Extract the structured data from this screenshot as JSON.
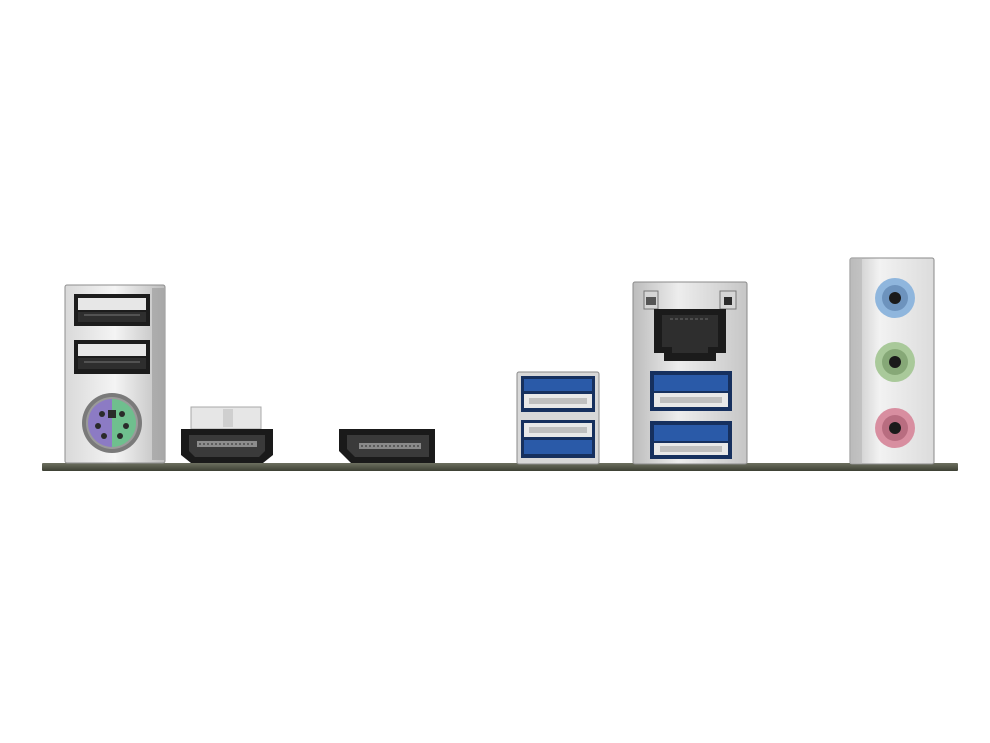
{
  "scene": {
    "background_color": "#ffffff",
    "pcb_color": "#5a5d4e",
    "ports": [
      {
        "name": "usb2-ps2-stack",
        "icons": [
          "usb-2-port-icon",
          "usb-2-port-icon",
          "ps2-combo-port-icon"
        ]
      },
      {
        "name": "hdmi-port",
        "icons": [
          "hdmi-port-icon"
        ]
      },
      {
        "name": "displayport",
        "icons": [
          "displayport-icon"
        ]
      },
      {
        "name": "usb3-stack",
        "icons": [
          "usb-3-port-icon",
          "usb-3-port-icon"
        ]
      },
      {
        "name": "lan-usb3-stack",
        "icons": [
          "rj45-lan-port-icon",
          "usb-3-port-icon",
          "usb-3-port-icon"
        ]
      },
      {
        "name": "audio-jack-stack",
        "icons": [
          "audio-line-in-jack-icon",
          "audio-line-out-jack-icon",
          "audio-mic-jack-icon"
        ]
      }
    ],
    "colors": {
      "usb3_blue": "#2a5aa8",
      "ps2_purple": "#8c7bc4",
      "ps2_green": "#6fbf8e",
      "audio_blue": "#8fb6dd",
      "audio_green": "#a9c99a",
      "audio_pink": "#d88ea0"
    }
  }
}
